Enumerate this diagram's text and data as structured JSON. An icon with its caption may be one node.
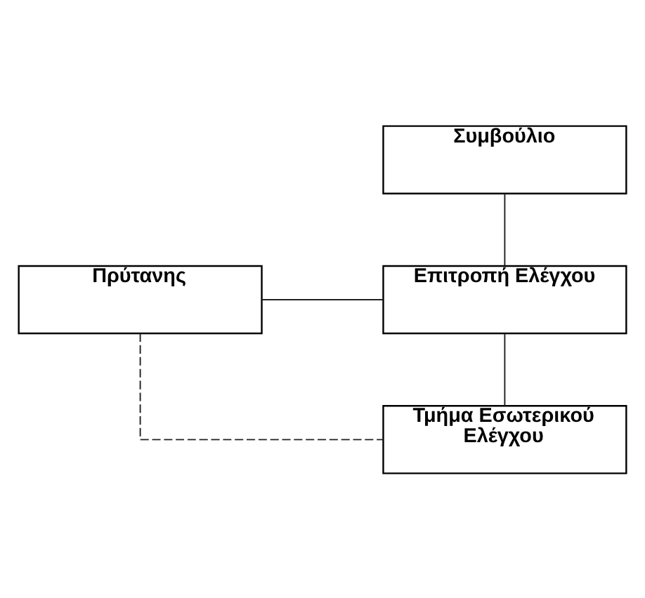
{
  "diagram": {
    "nodes": [
      {
        "text": [
          "Συμβούλιο"
        ]
      },
      {
        "text": [
          "Πρύτανης"
        ]
      },
      {
        "text": [
          "Επιτροπή Ελέγχου"
        ]
      },
      {
        "text": [
          "Τμήμα Εσωτερικού Ελέγχου"
        ]
      }
    ],
    "edges": [
      {
        "from": 0,
        "to": 2,
        "arrow": "none"
      },
      {
        "from": 1,
        "to": 2,
        "arrow": "none"
      },
      {
        "from": 2,
        "to": 3,
        "arrow": "none"
      },
      {
        "from": 1,
        "to": 3,
        "arrow": "none",
        "style": "dashed"
      }
    ]
  }
}
